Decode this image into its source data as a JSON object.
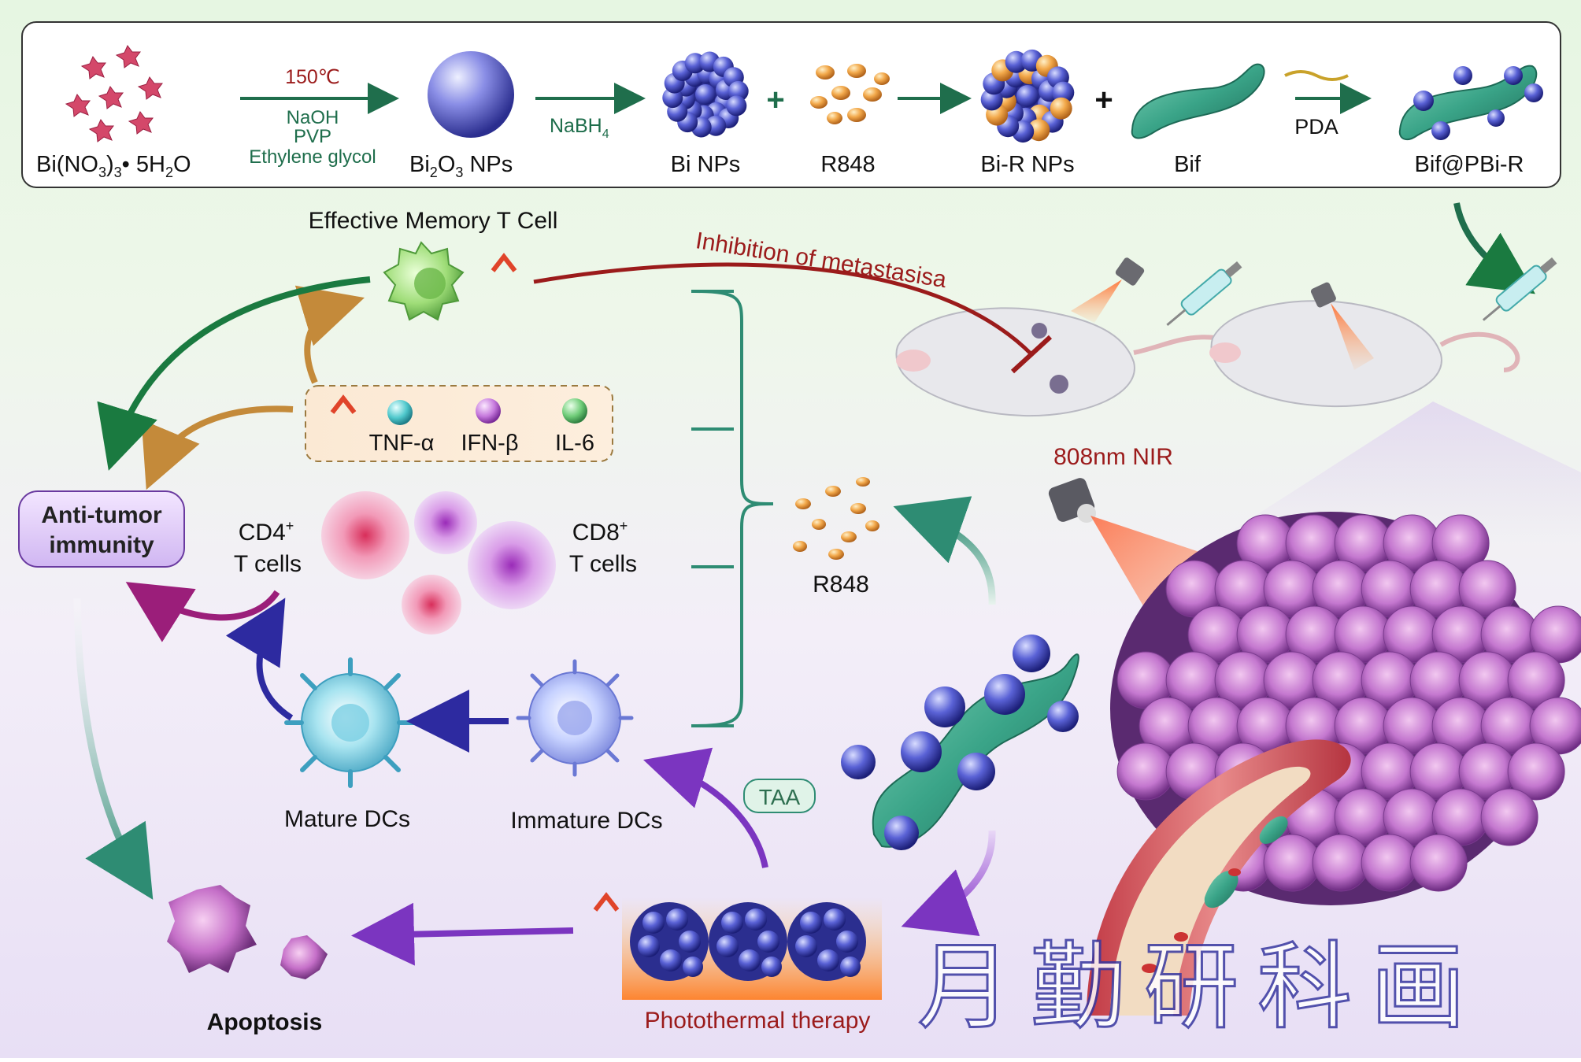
{
  "synthesis": {
    "precursor": {
      "main": "Bi(NO",
      "sub1": "3",
      "mid": ")",
      "sub2": "3",
      "tail": "• 5H",
      "sub3": "2",
      "end": "O"
    },
    "step1_temp": "150℃",
    "step1_reagent1": "NaOH",
    "step1_reagent2": "PVP",
    "step1_reagent3": "Ethylene glycol",
    "bi2o3": {
      "a": "Bi",
      "s1": "2",
      "b": "O",
      "s2": "3",
      "c": " NPs"
    },
    "reducer": {
      "main": "NaBH",
      "sub": "4"
    },
    "bi_nps": "Bi NPs",
    "plus": "+",
    "r848": "R848",
    "bi_r_nps": "Bi-R NPs",
    "bif": "Bif",
    "pda": "PDA",
    "product": "Bif@PBi-R"
  },
  "mechanism": {
    "memory_t_cell": "Effective Memory T Cell",
    "metastasis": "Inhibition of metastasisa",
    "cytokines": [
      "TNF-α",
      "IFN-β",
      "IL-6"
    ],
    "anti_tumor_1": "Anti-tumor",
    "anti_tumor_2": "immunity",
    "cd4_1": "CD4",
    "cd4_sup": "+",
    "cd4_2": "T cells",
    "cd8_1": "CD8",
    "cd8_sup": "+",
    "cd8_2": "T cells",
    "r848": "R848",
    "mature_dcs": "Mature DCs",
    "immature_dcs": "Immature DCs",
    "taa": "TAA",
    "apoptosis": "Apoptosis",
    "ptt": "Photothermal therapy",
    "nir": "808nm NIR"
  },
  "watermark": "月勤研科画",
  "colors": {
    "accent_green": "#1f6e4c",
    "dark_red": "#9b1b1b",
    "purple": "#7a3cc2",
    "gold": "#c88a2e"
  }
}
